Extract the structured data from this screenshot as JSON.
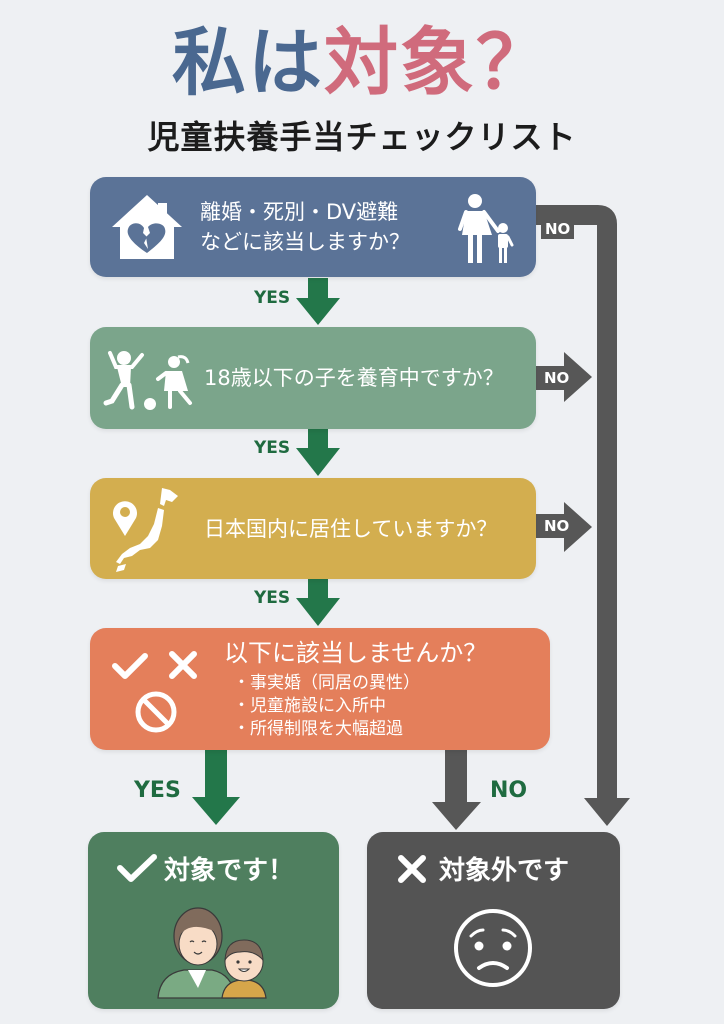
{
  "header": {
    "title_part1": "私は",
    "title_part2": "対象？",
    "subtitle": "児童扶養手当チェックリスト"
  },
  "colors": {
    "background": "#EEF0F3",
    "title_blue": "#4A6890",
    "title_pink": "#D06B7C",
    "step1": "#5B7397",
    "step2": "#7BA58B",
    "step3": "#D3AE4F",
    "step4": "#E47F5B",
    "result_yes": "#4F7F5F",
    "result_no": "#545454",
    "arrow_yes": "#23774A",
    "arrow_no": "#575757"
  },
  "steps": [
    {
      "question_line1": "離婚・死別・DV避難",
      "question_line2": "などに該当しますか？",
      "icons": [
        "broken-heart-house-icon",
        "mother-child-icon"
      ],
      "no_label": "NO"
    },
    {
      "question": "18歳以下の子を養育中ですか？",
      "icons": [
        "children-playing-icon"
      ],
      "no_label": "NO"
    },
    {
      "question": "日本国内に居住していますか？",
      "icons": [
        "location-pin-icon",
        "japan-map-icon"
      ],
      "no_label": "NO"
    },
    {
      "question": "以下に該当しませんか？",
      "bullets": [
        "・事実婚（同居の異性）",
        "・児童施設に入所中",
        "・所得制限を大幅超過"
      ],
      "icons": [
        "check-icon",
        "cross-icon",
        "prohibited-icon"
      ]
    }
  ],
  "connectors": {
    "yes_label": "YES",
    "no_label": "NO"
  },
  "results": {
    "eligible": {
      "label": "対象です！",
      "icons": [
        "check-icon",
        "mother-and-child-illustration"
      ]
    },
    "not_eligible": {
      "label": "対象外です",
      "icons": [
        "cross-icon",
        "worried-face-icon"
      ]
    }
  }
}
